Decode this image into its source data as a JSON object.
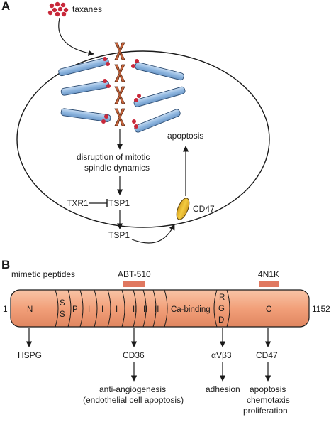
{
  "panel_a": {
    "label": "A",
    "taxanes": "taxanes",
    "disruption_line1": "disruption of mitotic",
    "disruption_line2": "spindle dynamics",
    "txr1": "TXR1",
    "tsp1_inhibited": "TSP1",
    "tsp1_secreted": "TSP1",
    "cd47": "CD47",
    "apoptosis": "apoptosis"
  },
  "panel_b": {
    "label": "B",
    "mimetic_peptides": "mimetic peptides",
    "peptide_left": "ABT-510",
    "peptide_right": "4N1K",
    "start": "1",
    "end": "1152",
    "domains": {
      "n": "N",
      "ss1": "S",
      "ss2": "S",
      "p": "P",
      "i1": "I",
      "i2": "I",
      "i3": "I",
      "ii1": "II",
      "ii2": "II",
      "ii3": "II",
      "ca": "Ca-binding",
      "r": "R",
      "g": "G",
      "d": "D",
      "c": "C"
    },
    "targets": {
      "hspg": "HSPG",
      "cd36": "CD36",
      "integrin": "αVβ3",
      "cd47": "CD47"
    },
    "outcomes": {
      "anti_line1": "anti-angiogenesis",
      "anti_line2": "(endothelial cell apoptosis)",
      "adhesion": "adhesion",
      "c_line1": "apoptosis",
      "c_line2": "chemotaxis",
      "c_line3": "proliferation"
    }
  },
  "colors": {
    "microtubule": "#8fb7e0",
    "chromosome": "#c8643c",
    "taxane_dot": "#c8283a",
    "cd47_receptor": "#f0c030",
    "protein_fill": "#f2a07a",
    "peptide_bar": "#e07860"
  }
}
